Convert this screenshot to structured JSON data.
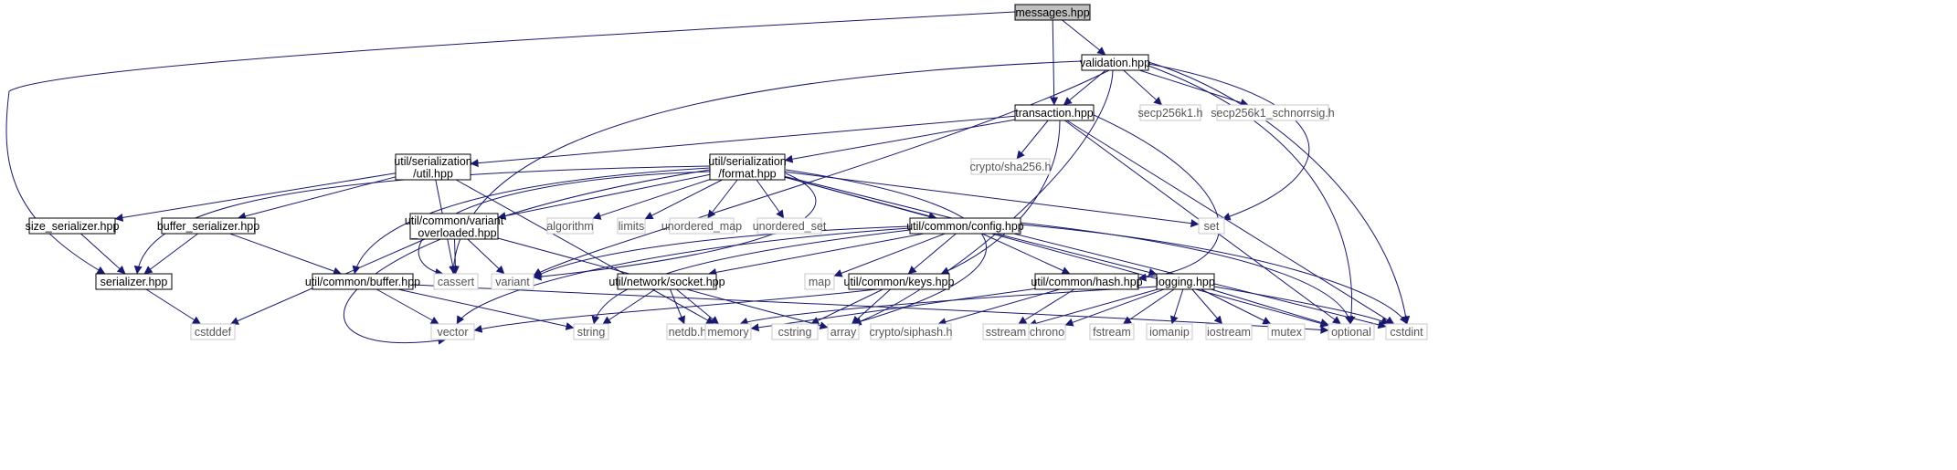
{
  "graph": {
    "node_style": {
      "root_fill": "#bfbfbf",
      "local_border": "#000000",
      "external_border": "#c8c8c8",
      "edge_color": "#191970"
    },
    "nodes": {
      "messages": {
        "label": [
          "messages.hpp"
        ],
        "kind": "root"
      },
      "validation": {
        "label": [
          "validation.hpp"
        ],
        "kind": "local"
      },
      "transaction": {
        "label": [
          "transaction.hpp"
        ],
        "kind": "local"
      },
      "secp256k1": {
        "label": [
          "secp256k1.h"
        ],
        "kind": "external"
      },
      "schnorrsig": {
        "label": [
          "secp256k1_schnorrsig.h"
        ],
        "kind": "external"
      },
      "ser_util": {
        "label": [
          "util/serialization",
          "/util.hpp"
        ],
        "kind": "local"
      },
      "ser_format": {
        "label": [
          "util/serialization",
          "/format.hpp"
        ],
        "kind": "local"
      },
      "crypto_sha256": {
        "label": [
          "crypto/sha256.h"
        ],
        "kind": "external"
      },
      "size_ser": {
        "label": [
          "size_serializer.hpp"
        ],
        "kind": "local"
      },
      "buffer_ser": {
        "label": [
          "buffer_serializer.hpp"
        ],
        "kind": "local"
      },
      "variant_ovl": {
        "label": [
          "util/common/variant",
          "_overloaded.hpp"
        ],
        "kind": "local"
      },
      "algorithm": {
        "label": [
          "algorithm"
        ],
        "kind": "external"
      },
      "limits": {
        "label": [
          "limits"
        ],
        "kind": "external"
      },
      "unordered_map": {
        "label": [
          "unordered_map"
        ],
        "kind": "external"
      },
      "unordered_set": {
        "label": [
          "unordered_set"
        ],
        "kind": "external"
      },
      "config": {
        "label": [
          "util/common/config.hpp"
        ],
        "kind": "local"
      },
      "set": {
        "label": [
          "set"
        ],
        "kind": "external"
      },
      "serializer": {
        "label": [
          "serializer.hpp"
        ],
        "kind": "local"
      },
      "common_buffer": {
        "label": [
          "util/common/buffer.hpp"
        ],
        "kind": "local"
      },
      "cassert": {
        "label": [
          "cassert"
        ],
        "kind": "external"
      },
      "variant": {
        "label": [
          "variant"
        ],
        "kind": "external"
      },
      "socket": {
        "label": [
          "util/network/socket.hpp"
        ],
        "kind": "local"
      },
      "map": {
        "label": [
          "map"
        ],
        "kind": "external"
      },
      "keys": {
        "label": [
          "util/common/keys.hpp"
        ],
        "kind": "local"
      },
      "hash": {
        "label": [
          "util/common/hash.hpp"
        ],
        "kind": "local"
      },
      "logging": {
        "label": [
          "logging.hpp"
        ],
        "kind": "local"
      },
      "cstddef": {
        "label": [
          "cstddef"
        ],
        "kind": "external"
      },
      "vector": {
        "label": [
          "vector"
        ],
        "kind": "external"
      },
      "string": {
        "label": [
          "string"
        ],
        "kind": "external"
      },
      "netdb": {
        "label": [
          "netdb.h"
        ],
        "kind": "external"
      },
      "memory": {
        "label": [
          "memory"
        ],
        "kind": "external"
      },
      "cstring": {
        "label": [
          "cstring"
        ],
        "kind": "external"
      },
      "array": {
        "label": [
          "array"
        ],
        "kind": "external"
      },
      "siphash": {
        "label": [
          "crypto/siphash.h"
        ],
        "kind": "external"
      },
      "sstream": {
        "label": [
          "sstream"
        ],
        "kind": "external"
      },
      "chrono": {
        "label": [
          "chrono"
        ],
        "kind": "external"
      },
      "fstream": {
        "label": [
          "fstream"
        ],
        "kind": "external"
      },
      "iomanip": {
        "label": [
          "iomanip"
        ],
        "kind": "external"
      },
      "iostream": {
        "label": [
          "iostream"
        ],
        "kind": "external"
      },
      "mutex": {
        "label": [
          "mutex"
        ],
        "kind": "external"
      },
      "optional": {
        "label": [
          "optional"
        ],
        "kind": "external"
      },
      "cstdint": {
        "label": [
          "cstdint"
        ],
        "kind": "external"
      }
    },
    "edges": [
      [
        "messages",
        "validation"
      ],
      [
        "messages",
        "transaction"
      ],
      [
        "messages",
        "serializer"
      ],
      [
        "validation",
        "transaction"
      ],
      [
        "validation",
        "secp256k1"
      ],
      [
        "validation",
        "schnorrsig"
      ],
      [
        "validation",
        "cassert"
      ],
      [
        "validation",
        "variant"
      ],
      [
        "validation",
        "array"
      ],
      [
        "validation",
        "set"
      ],
      [
        "validation",
        "optional"
      ],
      [
        "validation",
        "cstdint"
      ],
      [
        "transaction",
        "ser_util"
      ],
      [
        "transaction",
        "ser_format"
      ],
      [
        "transaction",
        "crypto_sha256"
      ],
      [
        "transaction",
        "keys"
      ],
      [
        "transaction",
        "hash"
      ],
      [
        "transaction",
        "optional"
      ],
      [
        "transaction",
        "cstdint"
      ],
      [
        "ser_util",
        "size_ser"
      ],
      [
        "ser_util",
        "buffer_ser"
      ],
      [
        "ser_util",
        "cassert"
      ],
      [
        "ser_util",
        "memory"
      ],
      [
        "ser_format",
        "serializer"
      ],
      [
        "ser_format",
        "common_buffer"
      ],
      [
        "ser_format",
        "variant_ovl"
      ],
      [
        "ser_format",
        "algorithm"
      ],
      [
        "ser_format",
        "limits"
      ],
      [
        "ser_format",
        "unordered_map"
      ],
      [
        "ser_format",
        "unordered_set"
      ],
      [
        "ser_format",
        "config"
      ],
      [
        "ser_format",
        "set"
      ],
      [
        "ser_format",
        "cassert"
      ],
      [
        "ser_format",
        "variant"
      ],
      [
        "ser_format",
        "vector"
      ],
      [
        "ser_format",
        "array"
      ],
      [
        "ser_format",
        "optional"
      ],
      [
        "ser_format",
        "cstdint"
      ],
      [
        "size_ser",
        "serializer"
      ],
      [
        "buffer_ser",
        "serializer"
      ],
      [
        "buffer_ser",
        "common_buffer"
      ],
      [
        "variant_ovl",
        "cassert"
      ],
      [
        "variant_ovl",
        "variant"
      ],
      [
        "variant_ovl",
        "cstddef"
      ],
      [
        "variant_ovl",
        "array"
      ],
      [
        "config",
        "variant"
      ],
      [
        "config",
        "map"
      ],
      [
        "config",
        "keys"
      ],
      [
        "config",
        "hash"
      ],
      [
        "config",
        "logging"
      ],
      [
        "config",
        "socket"
      ],
      [
        "config",
        "vector"
      ],
      [
        "config",
        "string"
      ],
      [
        "config",
        "optional"
      ],
      [
        "config",
        "cstdint"
      ],
      [
        "serializer",
        "cstddef"
      ],
      [
        "common_buffer",
        "vector"
      ],
      [
        "common_buffer",
        "string"
      ],
      [
        "common_buffer",
        "optional"
      ],
      [
        "socket",
        "netdb"
      ],
      [
        "socket",
        "memory"
      ],
      [
        "socket",
        "string"
      ],
      [
        "keys",
        "cstring"
      ],
      [
        "keys",
        "array"
      ],
      [
        "keys",
        "vector"
      ],
      [
        "hash",
        "siphash"
      ],
      [
        "hash",
        "sstream"
      ],
      [
        "hash",
        "memory"
      ],
      [
        "logging",
        "memory"
      ],
      [
        "logging",
        "sstream"
      ],
      [
        "logging",
        "chrono"
      ],
      [
        "logging",
        "fstream"
      ],
      [
        "logging",
        "iomanip"
      ],
      [
        "logging",
        "iostream"
      ],
      [
        "logging",
        "mutex"
      ],
      [
        "logging",
        "optional"
      ],
      [
        "logging",
        "cstdint"
      ]
    ]
  }
}
